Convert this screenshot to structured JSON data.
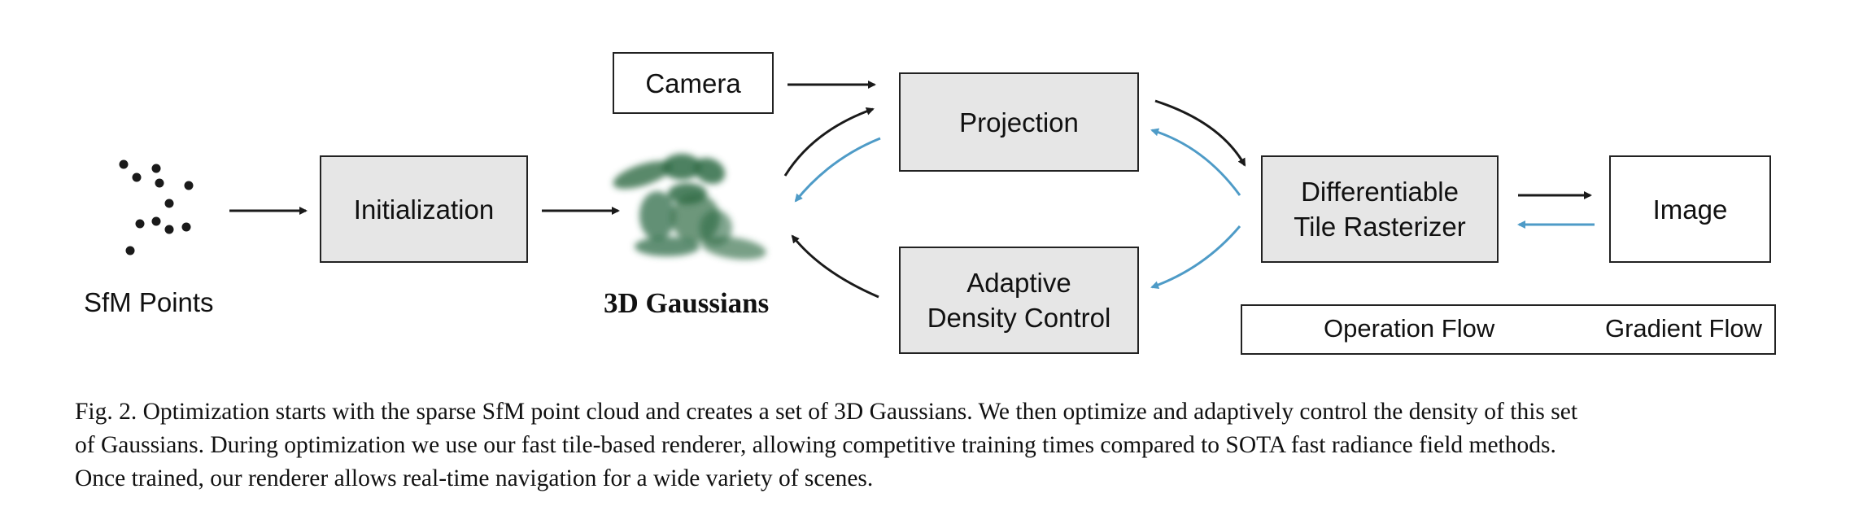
{
  "colors": {
    "operation": "#1a1a1a",
    "gradient": "#4e9bc7",
    "box_fill": "#e6e6e6",
    "gaussian": "#2f6b45"
  },
  "nodes": {
    "camera": "Camera",
    "projection": "Projection",
    "initialization": "Initialization",
    "rasterizer_line1": "Differentiable",
    "rasterizer_line2": "Tile Rasterizer",
    "image": "Image",
    "adaptive_line1": "Adaptive",
    "adaptive_line2": "Density Control"
  },
  "labels": {
    "sfm_points": "SfM Points",
    "gaussians": "3D Gaussians"
  },
  "legend": {
    "operation": "Operation Flow",
    "gradient": "Gradient Flow"
  },
  "caption": {
    "line1": "Fig. 2.  Optimization starts with the sparse SfM point cloud and creates a set of 3D Gaussians. We then optimize and adaptively control the density of this set",
    "line2": "of Gaussians. During optimization we use our fast tile-based renderer, allowing competitive training times compared to SOTA fast radiance field methods.",
    "line3": "Once trained, our renderer allows real-time navigation for a wide variety of scenes."
  }
}
